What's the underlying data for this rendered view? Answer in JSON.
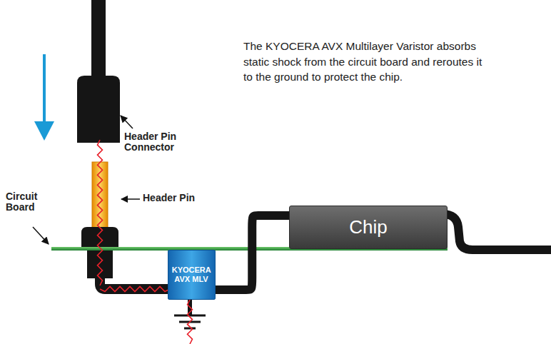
{
  "diagram": {
    "nodes": [
      {
        "text": [
          "KYOCERA AVX MLV"
        ]
      },
      {
        "text": [
          "Chip"
        ]
      }
    ],
    "edges": [
      {
        "from": 0,
        "to": 1,
        "arrow": "none"
      }
    ],
    "labels": [
      "The KYOCERA AVX Multilayer Varistor absorbs static shock from the circuit board and reroutes it to the ground to protect the chip.",
      "Header Pin Connector",
      "Header Pin",
      "Circuit Board"
    ]
  }
}
